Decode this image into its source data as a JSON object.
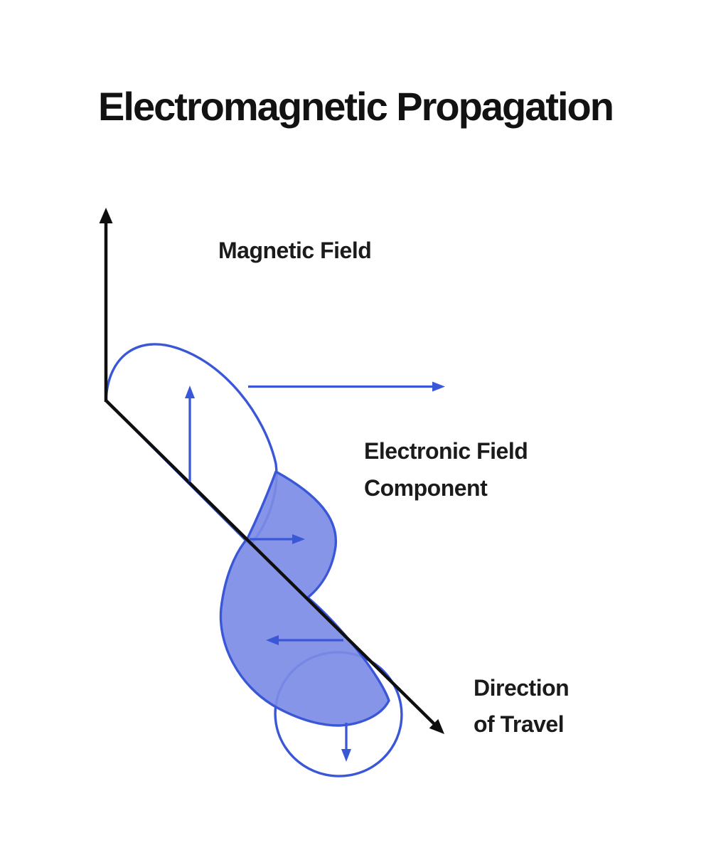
{
  "title": "Electromagnetic Propagation",
  "labels": {
    "magnetic_field": "Magnetic Field",
    "electric_field_line1": "Electronic Field",
    "electric_field_line2": "Component",
    "direction_line1": "Direction",
    "direction_line2": "of Travel"
  },
  "colors": {
    "accent_blue": "#3A57D8",
    "lobe_fill_blue": "#7C8CE5",
    "lobe_fill_white": "#FFFFFF",
    "axis_black": "#0F0F0F",
    "text_black": "#1B1B1B",
    "background": "#FFFFFF"
  }
}
